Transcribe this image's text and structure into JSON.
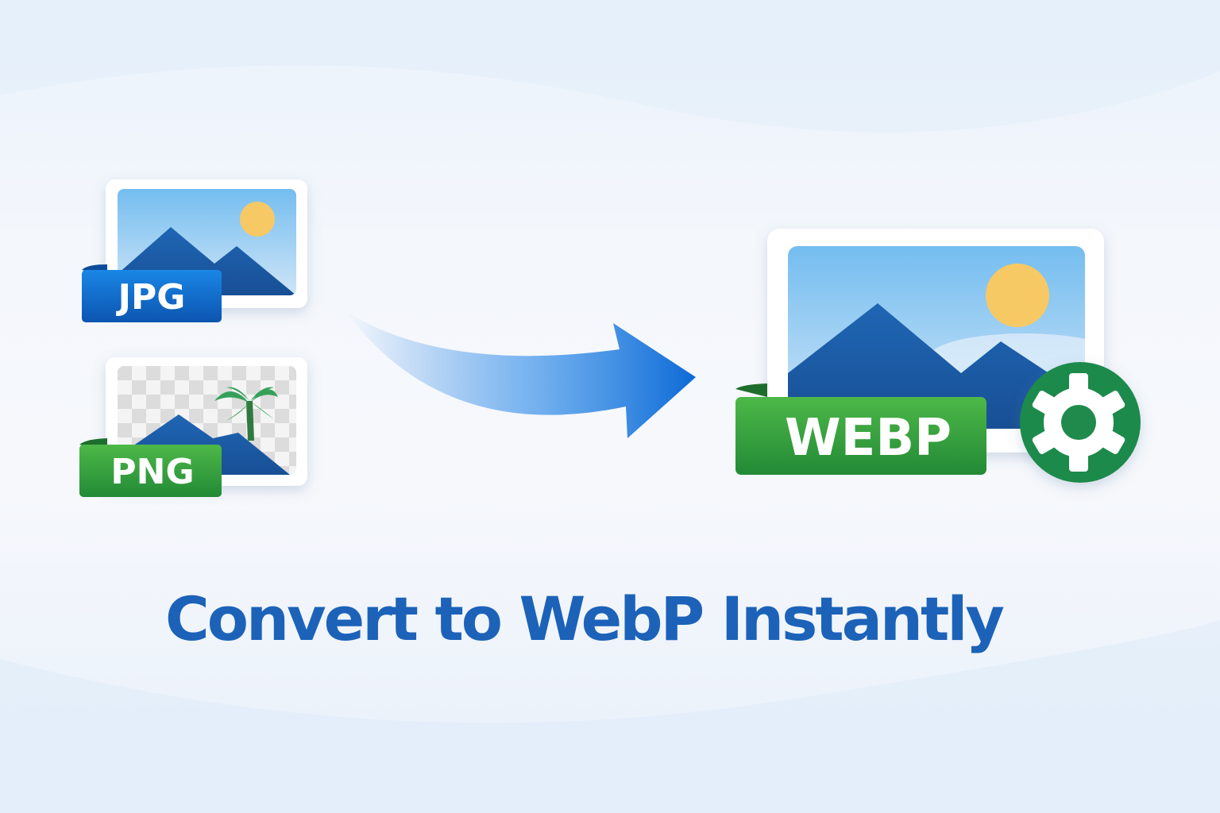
{
  "labels": {
    "jpg": "JPG",
    "png": "PNG",
    "webp": "WEBP"
  },
  "title": "Convert to WebP Instantly",
  "icons": [
    "landscape-image-icon",
    "transparent-image-icon",
    "palm-tree-icon",
    "arrow-right-icon",
    "gear-icon"
  ],
  "colors": {
    "accent_blue": "#1c62b8",
    "ribbon_green": "#2e9a3e",
    "ribbon_blue": "#0f6bd0",
    "gear_bg": "#1f8a4c",
    "sun": "#f7c964"
  }
}
